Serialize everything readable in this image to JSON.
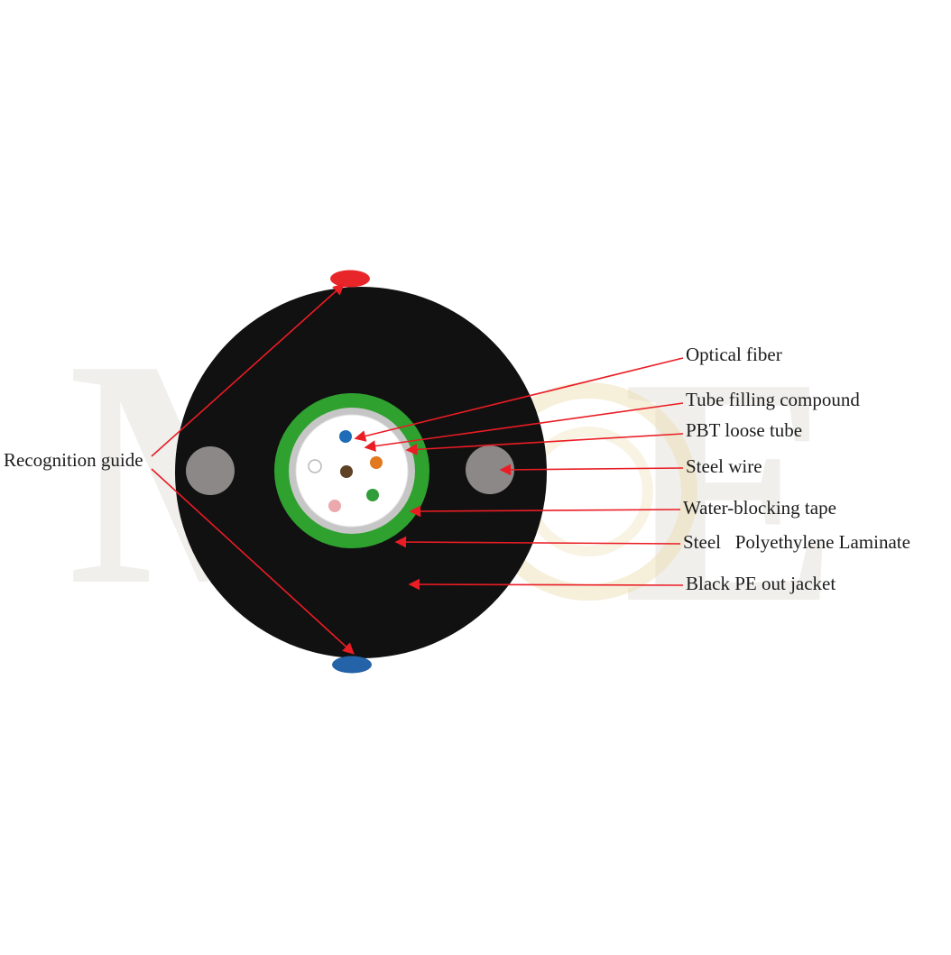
{
  "diagram": {
    "labels": {
      "optical_fiber": "Optical fiber",
      "tube_filling_compound": "Tube filling compound",
      "pbt_loose_tube": "PBT loose tube",
      "steel_wire": "Steel wire",
      "water_blocking_tape": "Water-blocking tape",
      "steel_polyethylene_laminate": "Steel   Polyethylene Laminate",
      "black_pe_out_jacket": "Black PE out jacket",
      "recognition_guide": "Recognition guide"
    },
    "colors": {
      "jacket": "#111111",
      "laminate_ring": "#2ea12f",
      "tape_ring": "#c6c6c6",
      "loose_tube": "#ffffff",
      "steel_wire": "#8d8888",
      "marker_top": "#e8262a",
      "marker_bottom": "#2563a8",
      "arrow": "#ea1c24",
      "fibers": {
        "blue": "#1f6db8",
        "orange": "#e0791f",
        "brown": "#5f4126",
        "white": "#ffffff",
        "pink": "#eba9ad",
        "green": "#2f9e3a"
      }
    }
  },
  "watermark": {
    "letters": [
      "M",
      "E"
    ]
  }
}
